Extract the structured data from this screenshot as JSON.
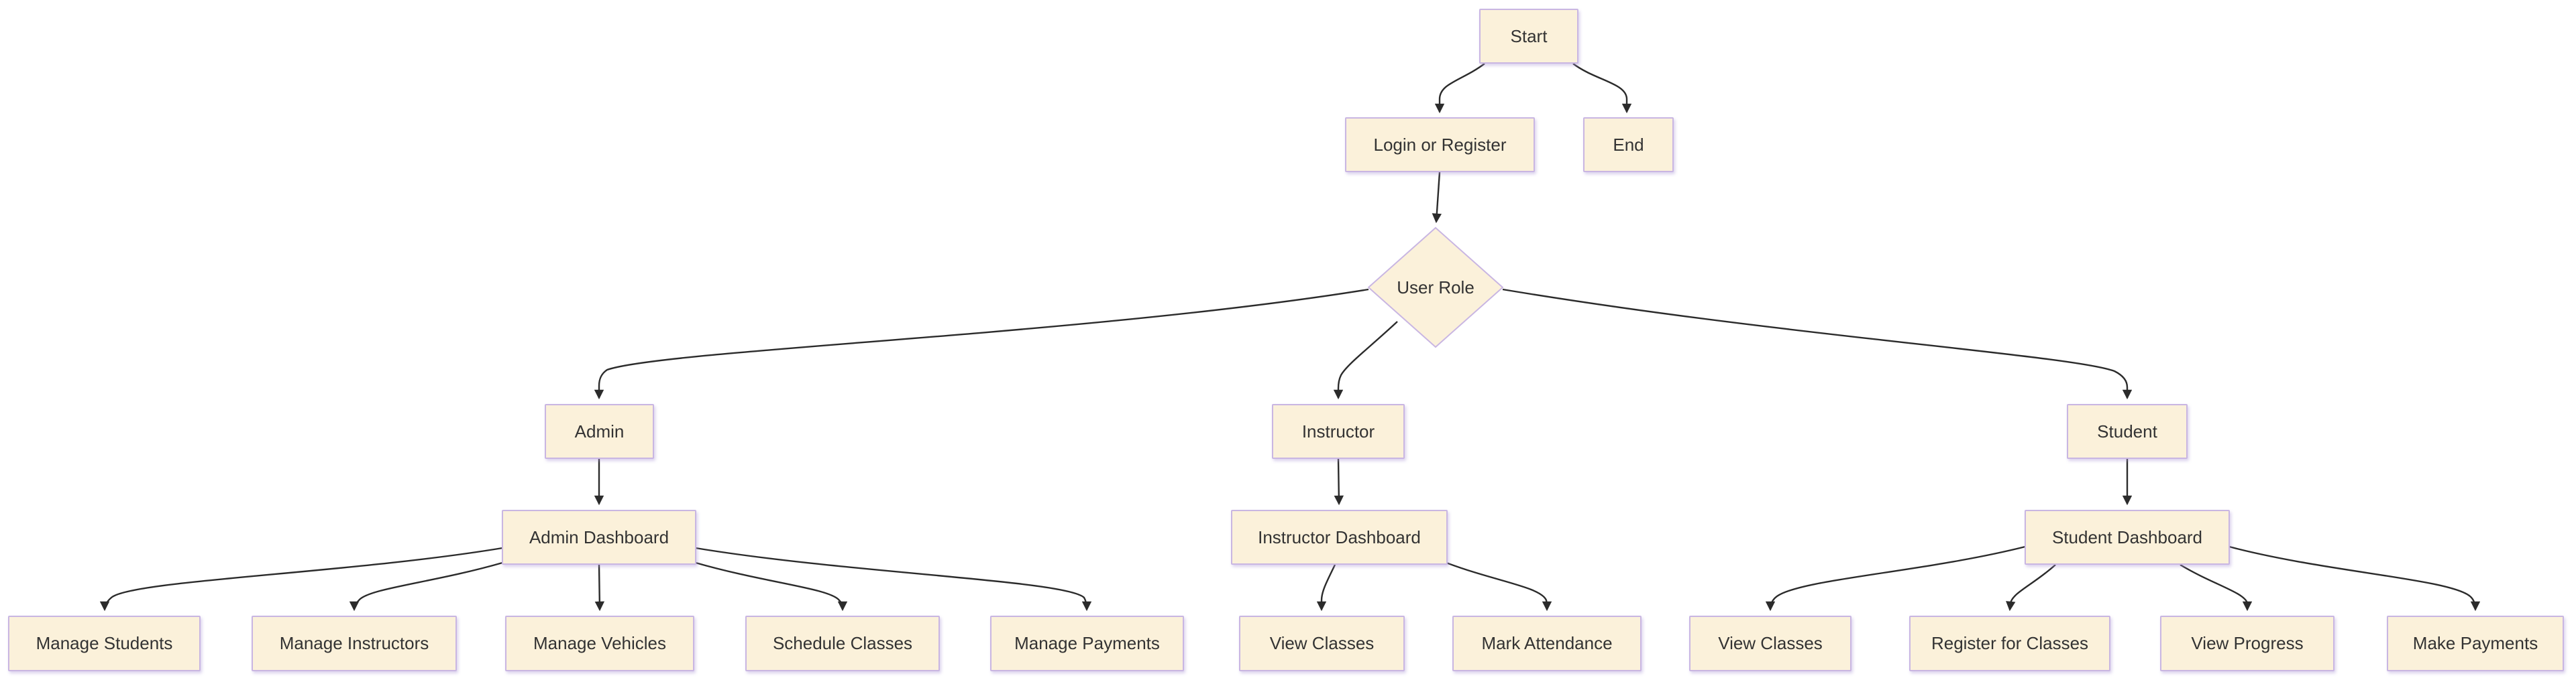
{
  "diagram": {
    "type": "flowchart",
    "direction": "top-down",
    "colors": {
      "background": "#ffffff",
      "node_fill": "#fbf1da",
      "node_border": "#c9b6e2",
      "node_shadow": "rgba(173,152,216,0.45)",
      "edge_stroke": "#2b2b2b",
      "text": "#333333"
    },
    "nodes": {
      "start": {
        "label": "Start",
        "shape": "rect"
      },
      "login": {
        "label": "Login or Register",
        "shape": "rect"
      },
      "end": {
        "label": "End",
        "shape": "rect"
      },
      "user_role": {
        "label": "User Role",
        "shape": "diamond"
      },
      "admin": {
        "label": "Admin",
        "shape": "rect"
      },
      "instructor": {
        "label": "Instructor",
        "shape": "rect"
      },
      "student": {
        "label": "Student",
        "shape": "rect"
      },
      "admin_dashboard": {
        "label": "Admin Dashboard",
        "shape": "rect"
      },
      "instructor_dashboard": {
        "label": "Instructor Dashboard",
        "shape": "rect"
      },
      "student_dashboard": {
        "label": "Student Dashboard",
        "shape": "rect"
      },
      "manage_students": {
        "label": "Manage Students",
        "shape": "rect"
      },
      "manage_instructors": {
        "label": "Manage Instructors",
        "shape": "rect"
      },
      "manage_vehicles": {
        "label": "Manage Vehicles",
        "shape": "rect"
      },
      "schedule_classes": {
        "label": "Schedule Classes",
        "shape": "rect"
      },
      "manage_payments": {
        "label": "Manage Payments",
        "shape": "rect"
      },
      "view_classes_instructor": {
        "label": "View Classes",
        "shape": "rect"
      },
      "mark_attendance": {
        "label": "Mark Attendance",
        "shape": "rect"
      },
      "view_classes_student": {
        "label": "View Classes",
        "shape": "rect"
      },
      "register_for_classes": {
        "label": "Register for Classes",
        "shape": "rect"
      },
      "view_progress": {
        "label": "View Progress",
        "shape": "rect"
      },
      "make_payments": {
        "label": "Make Payments",
        "shape": "rect"
      }
    },
    "edges": [
      {
        "from": "start",
        "to": "login"
      },
      {
        "from": "start",
        "to": "end"
      },
      {
        "from": "login",
        "to": "user_role"
      },
      {
        "from": "user_role",
        "to": "admin"
      },
      {
        "from": "user_role",
        "to": "instructor"
      },
      {
        "from": "user_role",
        "to": "student"
      },
      {
        "from": "admin",
        "to": "admin_dashboard"
      },
      {
        "from": "instructor",
        "to": "instructor_dashboard"
      },
      {
        "from": "student",
        "to": "student_dashboard"
      },
      {
        "from": "admin_dashboard",
        "to": "manage_students"
      },
      {
        "from": "admin_dashboard",
        "to": "manage_instructors"
      },
      {
        "from": "admin_dashboard",
        "to": "manage_vehicles"
      },
      {
        "from": "admin_dashboard",
        "to": "schedule_classes"
      },
      {
        "from": "admin_dashboard",
        "to": "manage_payments"
      },
      {
        "from": "instructor_dashboard",
        "to": "view_classes_instructor"
      },
      {
        "from": "instructor_dashboard",
        "to": "mark_attendance"
      },
      {
        "from": "student_dashboard",
        "to": "view_classes_student"
      },
      {
        "from": "student_dashboard",
        "to": "register_for_classes"
      },
      {
        "from": "student_dashboard",
        "to": "view_progress"
      },
      {
        "from": "student_dashboard",
        "to": "make_payments"
      }
    ]
  }
}
